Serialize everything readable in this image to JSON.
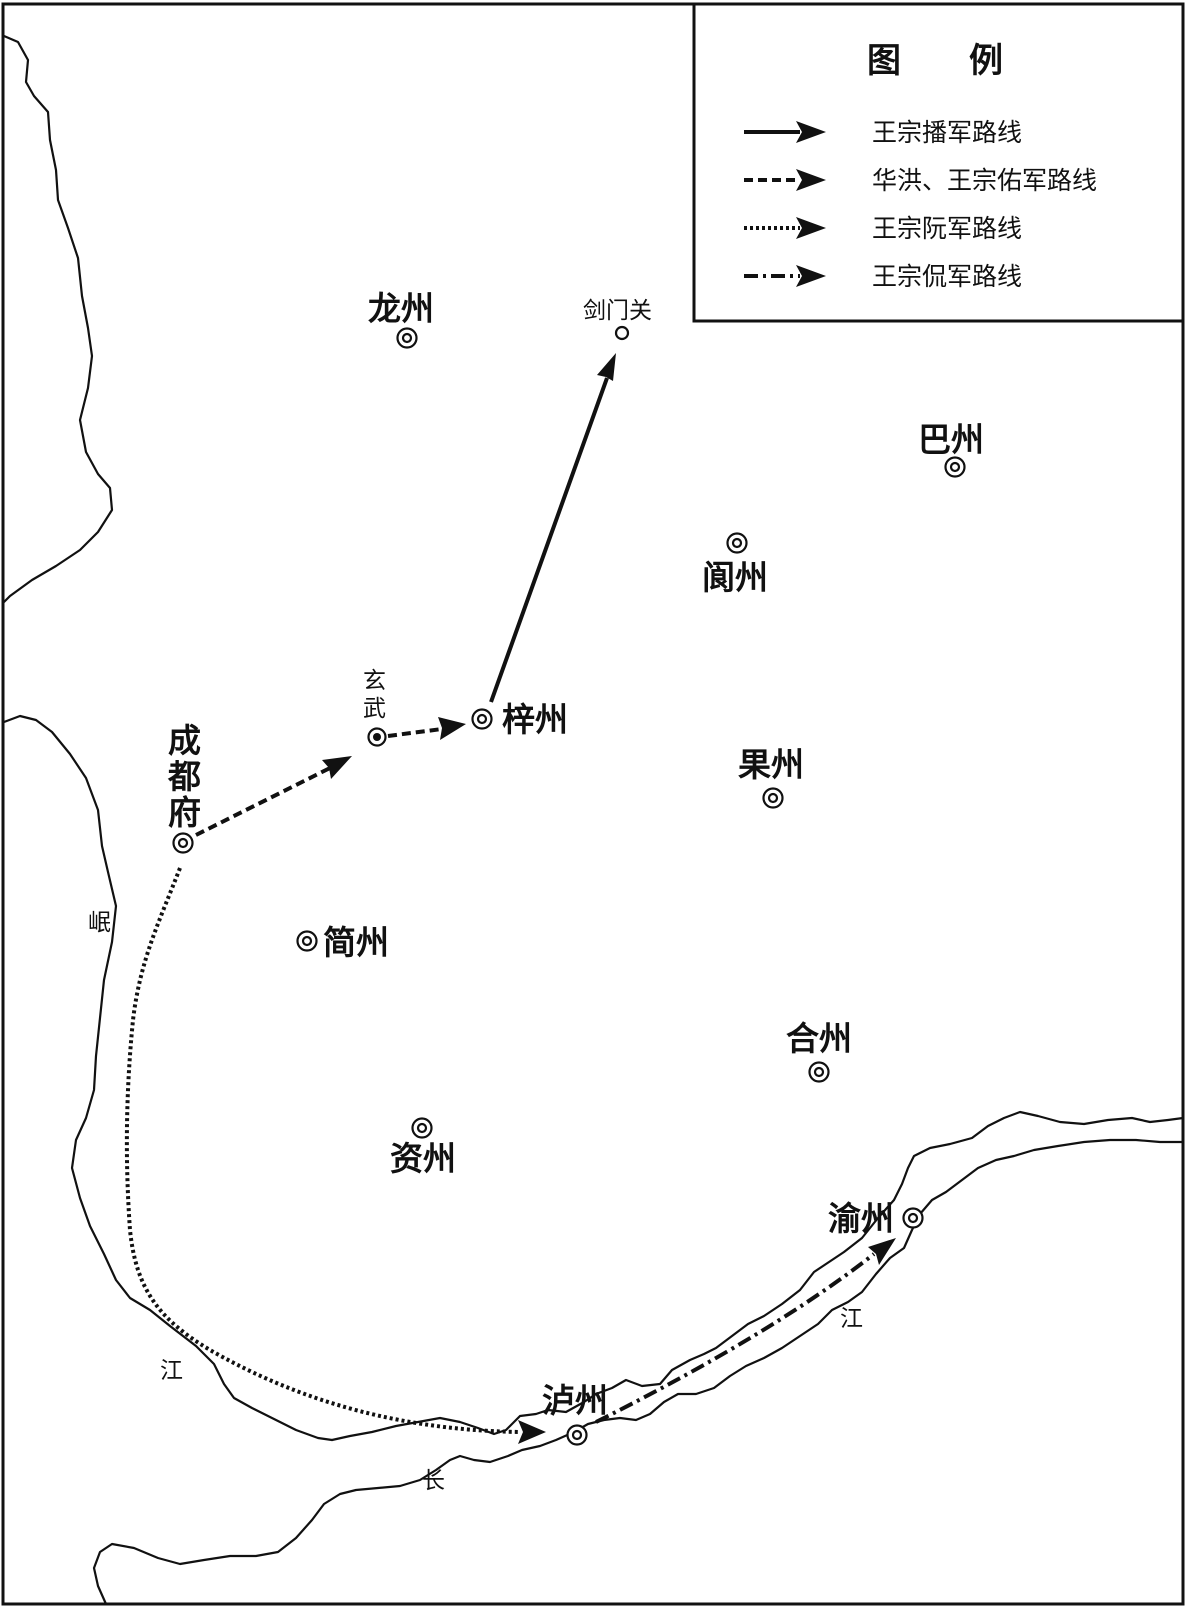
{
  "legend": {
    "title": "图　　例",
    "items": [
      {
        "label": "王宗播军路线",
        "style": "solid"
      },
      {
        "label": "华洪、王宗佑军路线",
        "style": "dashed"
      },
      {
        "label": "王宗阮军路线",
        "style": "dotted"
      },
      {
        "label": "王宗侃军路线",
        "style": "dash-dot"
      }
    ]
  },
  "places": {
    "longzhou": "龙州",
    "jianmenguan": "剑门关",
    "bazhou": "巴州",
    "langzhou": "阆州",
    "xuanwu_1": "玄",
    "xuanwu_2": "武",
    "zizhou": "梓州",
    "chengdu_1": "成",
    "chengdu_2": "都",
    "chengdu_3": "府",
    "guozhou": "果州",
    "jianzhou": "简州",
    "hezhou": "合州",
    "zizhou2": "资州",
    "yuzhou": "渝州",
    "luzhou": "泸州"
  },
  "rivers": {
    "min_1": "岷",
    "min_2": "江",
    "chang_1": "长",
    "chang_2": "江"
  },
  "icons": {
    "prefecture": "double-circle-icon",
    "county": "dot-circle-icon",
    "pass": "small-circle-icon",
    "arrow": "arrowhead-icon"
  }
}
